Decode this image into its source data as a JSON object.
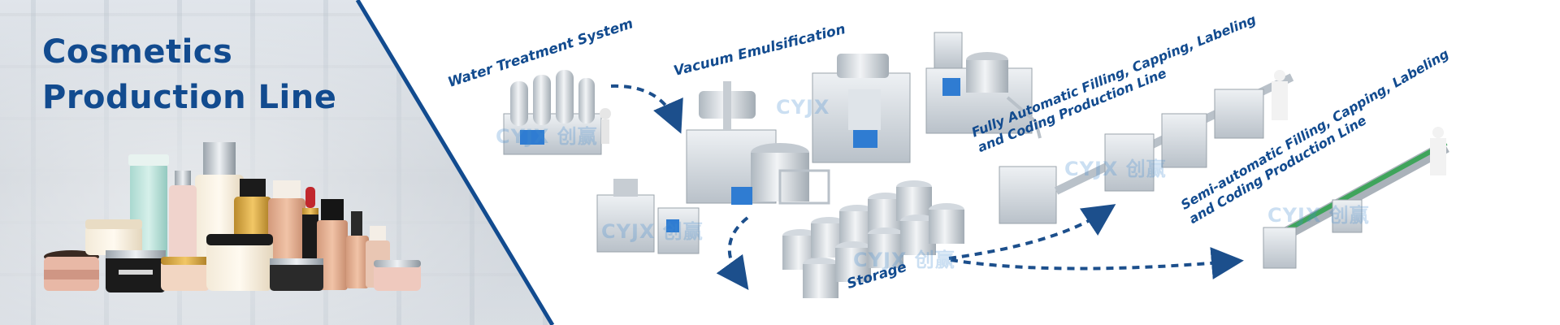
{
  "banner": {
    "title_line1": "Cosmetics",
    "title_line2": "Production Line"
  },
  "stages": {
    "water_treatment": "Water Treatment System",
    "vacuum_emulsification": "Vacuum Emulsification",
    "storage": "Storage",
    "fully_automatic_line1": "Fully Automatic Filling, Capping, Labeling",
    "fully_automatic_line2": "and Coding Production Line",
    "semi_automatic_line1": "Semi-automatic Filling, Capping, Labeling",
    "semi_automatic_line2": "and Coding Production Line"
  },
  "watermark": {
    "brand": "CYJX",
    "cjk": "创赢"
  },
  "colors": {
    "brand_blue": "#124b8f",
    "arrow_blue": "#1c4f8c",
    "steel": "#cfd6dd"
  }
}
